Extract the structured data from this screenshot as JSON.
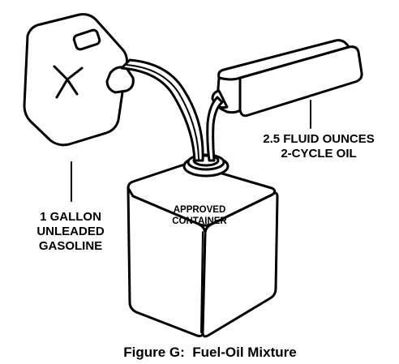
{
  "labels": {
    "gasoline": [
      "1 GALLON",
      "UNLEADED",
      "GASOLINE"
    ],
    "oil": [
      "2.5 FLUID OUNCES",
      "2-CYCLE OIL"
    ],
    "container": [
      "APPROVED",
      "CONTAINER"
    ]
  },
  "caption": "Figure G:  Fuel-Oil Mixture",
  "colors": {
    "ink": "#000000",
    "background": "#ffffff"
  },
  "icons": {
    "gas_can": "gas-can-icon",
    "oil_bottle": "oil-bottle-icon",
    "mixing_container": "mixing-container-icon"
  }
}
